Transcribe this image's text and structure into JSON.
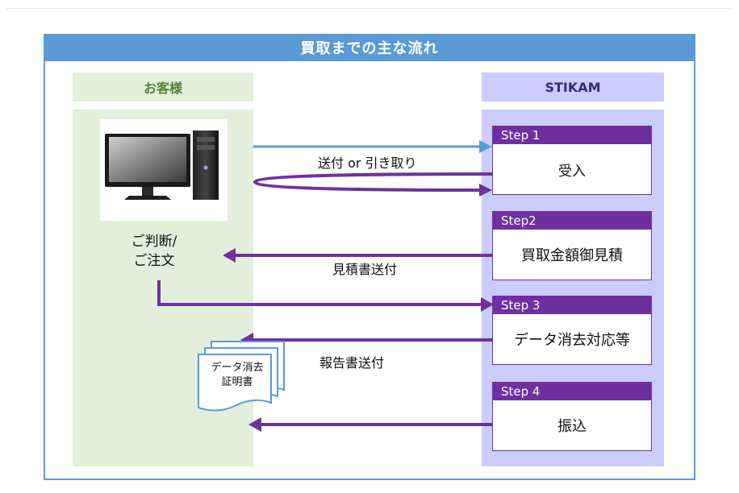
{
  "title": "買取までの主な流れ",
  "lanes": {
    "customer": "お客様",
    "stikam": "STIKAM"
  },
  "decision": {
    "line1": "ご判断/",
    "line2": "ご注文"
  },
  "steps": [
    {
      "head": "Step 1",
      "body": "受入"
    },
    {
      "head": "Step2",
      "body": "買取金額御見積"
    },
    {
      "head": "Step 3",
      "body": "データ消去対応等"
    },
    {
      "head": "Step 4",
      "body": "振込"
    }
  ],
  "arrows": {
    "a1": "送付 or 引き取り",
    "a2": "見積書送付",
    "a3": "報告書送付"
  },
  "certificate": {
    "line1": "データ消去",
    "line2": "証明書"
  },
  "colors": {
    "blue": "#5b9bd5",
    "purple": "#7030a0",
    "green_bg": "#e2efda",
    "lavender": "#ccccff",
    "green_text": "#548235"
  }
}
